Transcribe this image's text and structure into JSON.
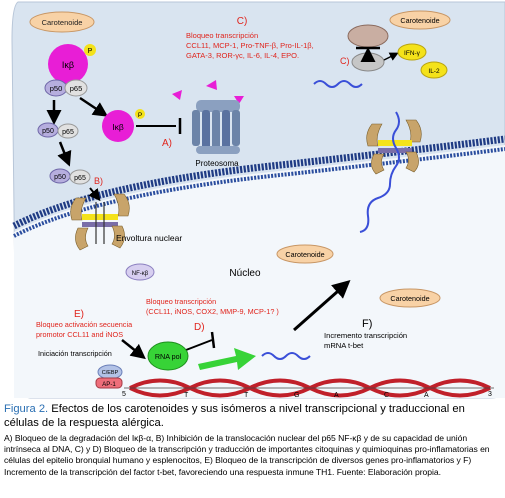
{
  "figure": {
    "carotenoide_label": "Carotenoide",
    "ikb_label": "Iκβ",
    "p_label": "P",
    "p50_label": "p50",
    "p65_label": "p65",
    "block_c_title": "Bloqueo transcripción",
    "block_c_line1": "CCL11, MCP-1, Pro-TNF-β, Pro-IL-1β,",
    "block_c_line2": "GATA-3, ROR-γc, IL-6, IL-4, EPO.",
    "letter_a": "A)",
    "letter_b": "B)",
    "letter_c": "C)",
    "letter_c2": "C)",
    "letter_d": "D)",
    "letter_e": "E)",
    "letter_f": "F)",
    "proteosoma_label": "Proteosoma",
    "ifn_label": "IFN-γ",
    "il2_label": "IL-2",
    "envoltura_label": "Envoltura nuclear",
    "nfkb_label": "NF-κβ",
    "nucleo_label": "Núcleo",
    "block_d_title": "Bloqueo transcripción",
    "block_d_line1": "(CCL11, iNOS, COX2, MMP-9, MCP-1? )",
    "block_e_line1": "Bloqueo activación secuencia",
    "block_e_line2": "promotor CCL11 and iNOS",
    "iniciacion_label": "Iniciación transcripción",
    "rnapol_label": "RNA pol",
    "cebp_label": "C/EBP",
    "ap1_label": "AP-1",
    "f_line1": "Incremento transcripción",
    "f_line2": "mRNA t-bet",
    "dna_5": "5",
    "dna_t1": "T",
    "dna_t2": "T",
    "dna_g": "G",
    "dna_a1": "A",
    "dna_c": "C",
    "dna_a2": "A",
    "dna_3": "3"
  },
  "caption": {
    "fig_label": "Figura 2.",
    "title_text": " Efectos de los carotenoides y sus isómeros a nivel transcripcional y traduccional en células de la respuesta alérgica.",
    "body": "A) Bloqueo de la degradación del Iκβ-α, B) Inhibición de la translocación nuclear del p65 NF-κβ y de su capacidad de unión intrínseca al DNA, C) y D) Bloqueo de la transcripción y traducción de importantes citoquinas y quimioquinas pro-inflamatorias en células del epitelio bronquial humano y esplenocitos, E) Bloqueo de la transcripción de diversos genes pro-inflamatorios y F) Incremento de la transcripción del factor t-bet, favoreciendo una respuesta inmune TH1. Fuente: Elaboración propia."
  },
  "colors": {
    "cell_fill": "#d9e4f0",
    "nucleus_fill": "#f3f7fb",
    "magenta": "#e81ed6",
    "red_text": "#e0241c",
    "proteosome": "#6c84a8",
    "yellow": "#f4e21a",
    "orange": "#f8d2a6",
    "green": "#37d337",
    "dna_red": "#c0202a",
    "blue_mrna": "#3a4fd8",
    "caption_blue": "#2a6fb3"
  }
}
